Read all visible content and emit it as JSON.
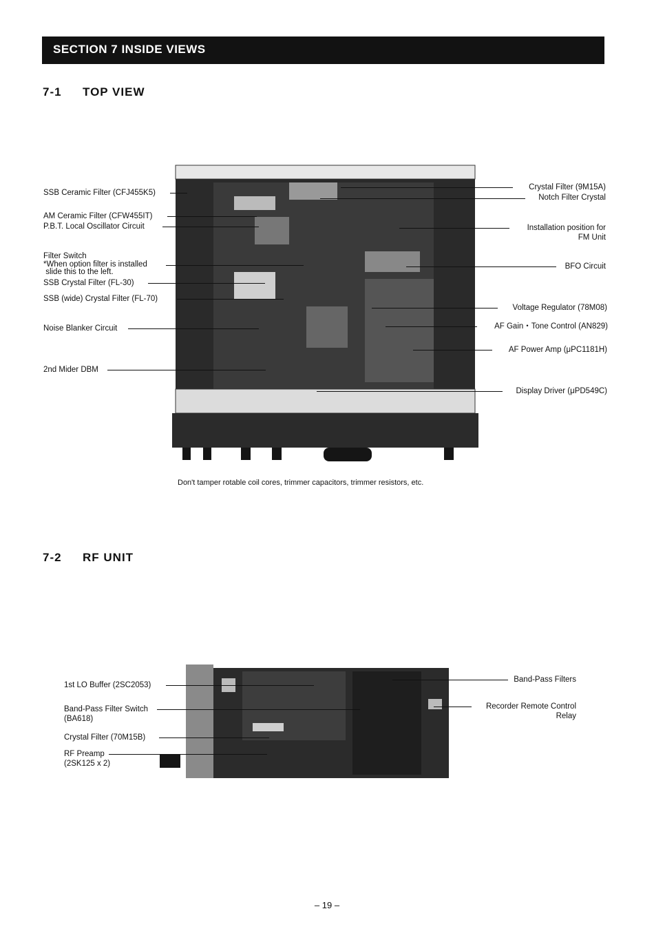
{
  "section_banner": "SECTION 7 INSIDE VIEWS",
  "top_view": {
    "number": "7-1",
    "title": "TOP VIEW",
    "left_labels": [
      {
        "text": "SSB Ceramic Filter (CFJ455K5)"
      },
      {
        "text": "AM Ceramic Filter (CFW455IT)"
      },
      {
        "text": "P.B.T. Local Oscillator Circuit"
      },
      {
        "text": "Filter Switch\n*When option filter is installed\n slide this to the left."
      },
      {
        "text": "SSB Crystal Filter (FL-30)"
      },
      {
        "text": "SSB (wide) Crystal Filter (FL-70)"
      },
      {
        "text": "Noise Blanker Circuit"
      },
      {
        "text": "2nd Mider DBM"
      }
    ],
    "right_labels": [
      {
        "text": "Crystal Filter (9M15A)"
      },
      {
        "text": "Notch Filter Crystal"
      },
      {
        "text": "Installation position for\nFM Unit"
      },
      {
        "text": "BFO Circuit"
      },
      {
        "text": "Voltage Regulator (78M08)"
      },
      {
        "text": "AF Gain・Tone Control (AN829)"
      },
      {
        "text": "AF Power Amp (μPC1181H)"
      },
      {
        "text": "Display Driver (μPD549C)"
      }
    ],
    "caption": "Don't tamper rotable coil cores, trimmer capacitors, trimmer resistors, etc."
  },
  "rf_unit": {
    "number": "7-2",
    "title": "RF UNIT",
    "left_labels": [
      {
        "text": "1st LO Buffer (2SC2053)"
      },
      {
        "text": "Band-Pass Filter Switch\n(BA618)"
      },
      {
        "text": "Crystal Filter (70M15B)"
      },
      {
        "text": "RF Preamp\n(2SK125 x 2)"
      }
    ],
    "right_labels": [
      {
        "text": "Band-Pass Filters"
      },
      {
        "text": "Recorder Remote Control\nRelay"
      }
    ]
  },
  "page_number": "– 19 –"
}
